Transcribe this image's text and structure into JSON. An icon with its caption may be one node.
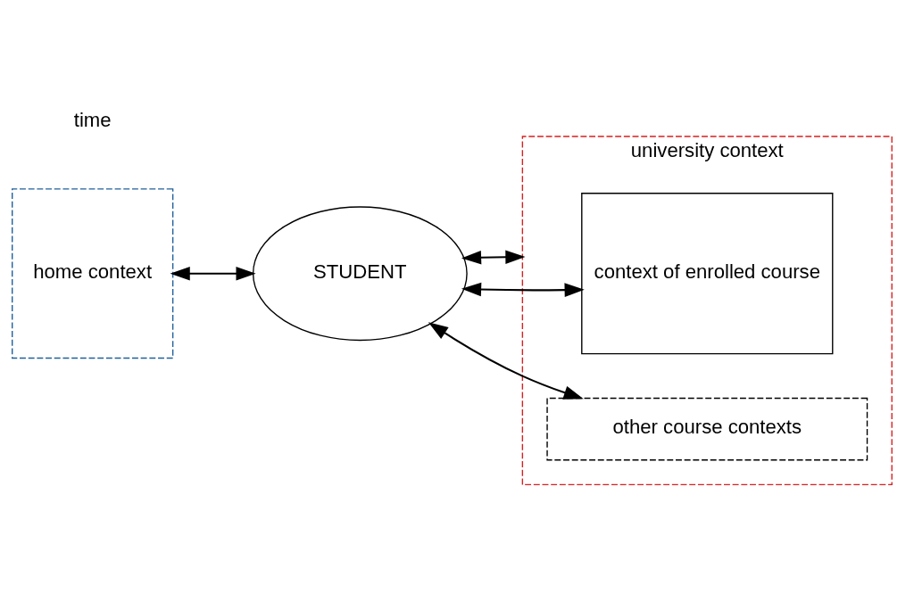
{
  "diagram": {
    "nodes": [
      {
        "text": [
          "university context"
        ]
      },
      {
        "text": [
          "home context"
        ]
      },
      {
        "text": [
          "STUDENT"
        ]
      },
      {
        "text": [
          "context of enrolled course"
        ],
        "in": 0
      },
      {
        "text": [
          "other course contexts"
        ],
        "in": 0
      }
    ],
    "edges": [
      {
        "from": 2,
        "to": 1,
        "arrow": "both"
      },
      {
        "from": 2,
        "to": 3,
        "arrow": "both"
      },
      {
        "from": 2,
        "to": 0,
        "arrow": "both"
      },
      {
        "from": 2,
        "to": 4,
        "arrow": "both"
      }
    ],
    "labels": [
      "time"
    ]
  }
}
